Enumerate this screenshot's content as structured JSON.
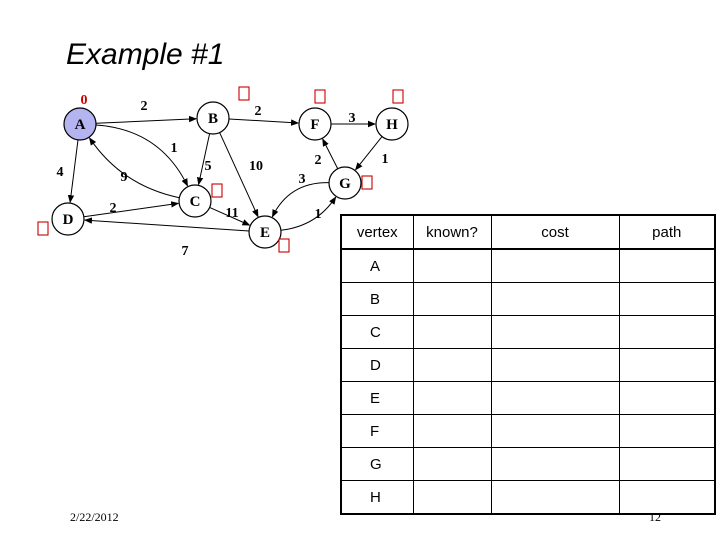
{
  "slide": {
    "title": "Example #1",
    "footer_date": "2/22/2012",
    "page_number": "12"
  },
  "graph": {
    "nodes": [
      {
        "id": "A",
        "label": "A",
        "start": true,
        "cost": "0"
      },
      {
        "id": "B",
        "label": "B",
        "cost": "∞"
      },
      {
        "id": "C",
        "label": "C",
        "cost": "∞"
      },
      {
        "id": "D",
        "label": "D",
        "cost": "∞"
      },
      {
        "id": "E",
        "label": "E",
        "cost": "∞"
      },
      {
        "id": "F",
        "label": "F",
        "cost": "∞"
      },
      {
        "id": "G",
        "label": "G",
        "cost": "∞"
      },
      {
        "id": "H",
        "label": "H",
        "cost": "∞"
      }
    ],
    "edges": [
      {
        "from": "A",
        "to": "B",
        "weight": "2"
      },
      {
        "from": "A",
        "to": "C",
        "weight": "1"
      },
      {
        "from": "A",
        "to": "D",
        "weight": "4"
      },
      {
        "from": "C",
        "to": "A",
        "weight": "9"
      },
      {
        "from": "B",
        "to": "C",
        "weight": "5"
      },
      {
        "from": "B",
        "to": "E",
        "weight": "10"
      },
      {
        "from": "B",
        "to": "F",
        "weight": "2"
      },
      {
        "from": "D",
        "to": "C",
        "weight": "2"
      },
      {
        "from": "C",
        "to": "E",
        "weight": "11"
      },
      {
        "from": "E",
        "to": "D",
        "weight": "7"
      },
      {
        "from": "E",
        "to": "G",
        "weight": "1"
      },
      {
        "from": "G",
        "to": "E",
        "weight": "3"
      },
      {
        "from": "G",
        "to": "F",
        "weight": "2"
      },
      {
        "from": "F",
        "to": "H",
        "weight": "3"
      },
      {
        "from": "H",
        "to": "G",
        "weight": "1"
      }
    ]
  },
  "table": {
    "headers": [
      "vertex",
      "known?",
      "cost",
      "path"
    ],
    "rows": [
      {
        "vertex": "A",
        "known": "",
        "cost": "",
        "path": ""
      },
      {
        "vertex": "B",
        "known": "",
        "cost": "",
        "path": ""
      },
      {
        "vertex": "C",
        "known": "",
        "cost": "",
        "path": ""
      },
      {
        "vertex": "D",
        "known": "",
        "cost": "",
        "path": ""
      },
      {
        "vertex": "E",
        "known": "",
        "cost": "",
        "path": ""
      },
      {
        "vertex": "F",
        "known": "",
        "cost": "",
        "path": ""
      },
      {
        "vertex": "G",
        "known": "",
        "cost": "",
        "path": ""
      },
      {
        "vertex": "H",
        "known": "",
        "cost": "",
        "path": ""
      }
    ]
  }
}
